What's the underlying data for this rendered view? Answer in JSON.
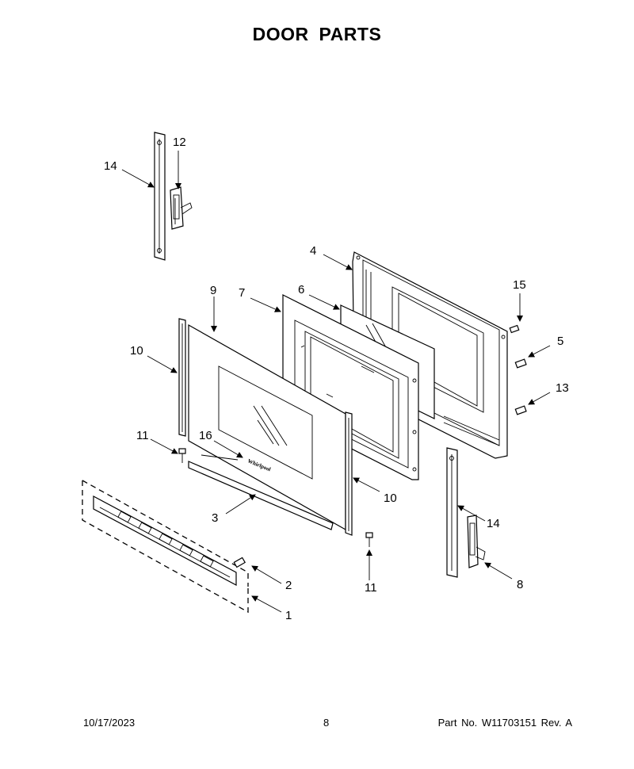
{
  "title": "DOOR  PARTS",
  "callouts": {
    "p1": "1",
    "p2": "2",
    "p3": "3",
    "p4": "4",
    "p5": "5",
    "p6": "6",
    "p7": "7",
    "p8": "8",
    "p9": "9",
    "p10a": "10",
    "p10b": "10",
    "p11a": "11",
    "p11b": "11",
    "p12": "12",
    "p13": "13",
    "p14a": "14",
    "p14b": "14",
    "p15": "15",
    "p16": "16"
  },
  "brand_mark": "Whirlpool",
  "footer": {
    "date": "10/17/2023",
    "page": "8",
    "part": "Part No.  W11703151  Rev.  A"
  }
}
